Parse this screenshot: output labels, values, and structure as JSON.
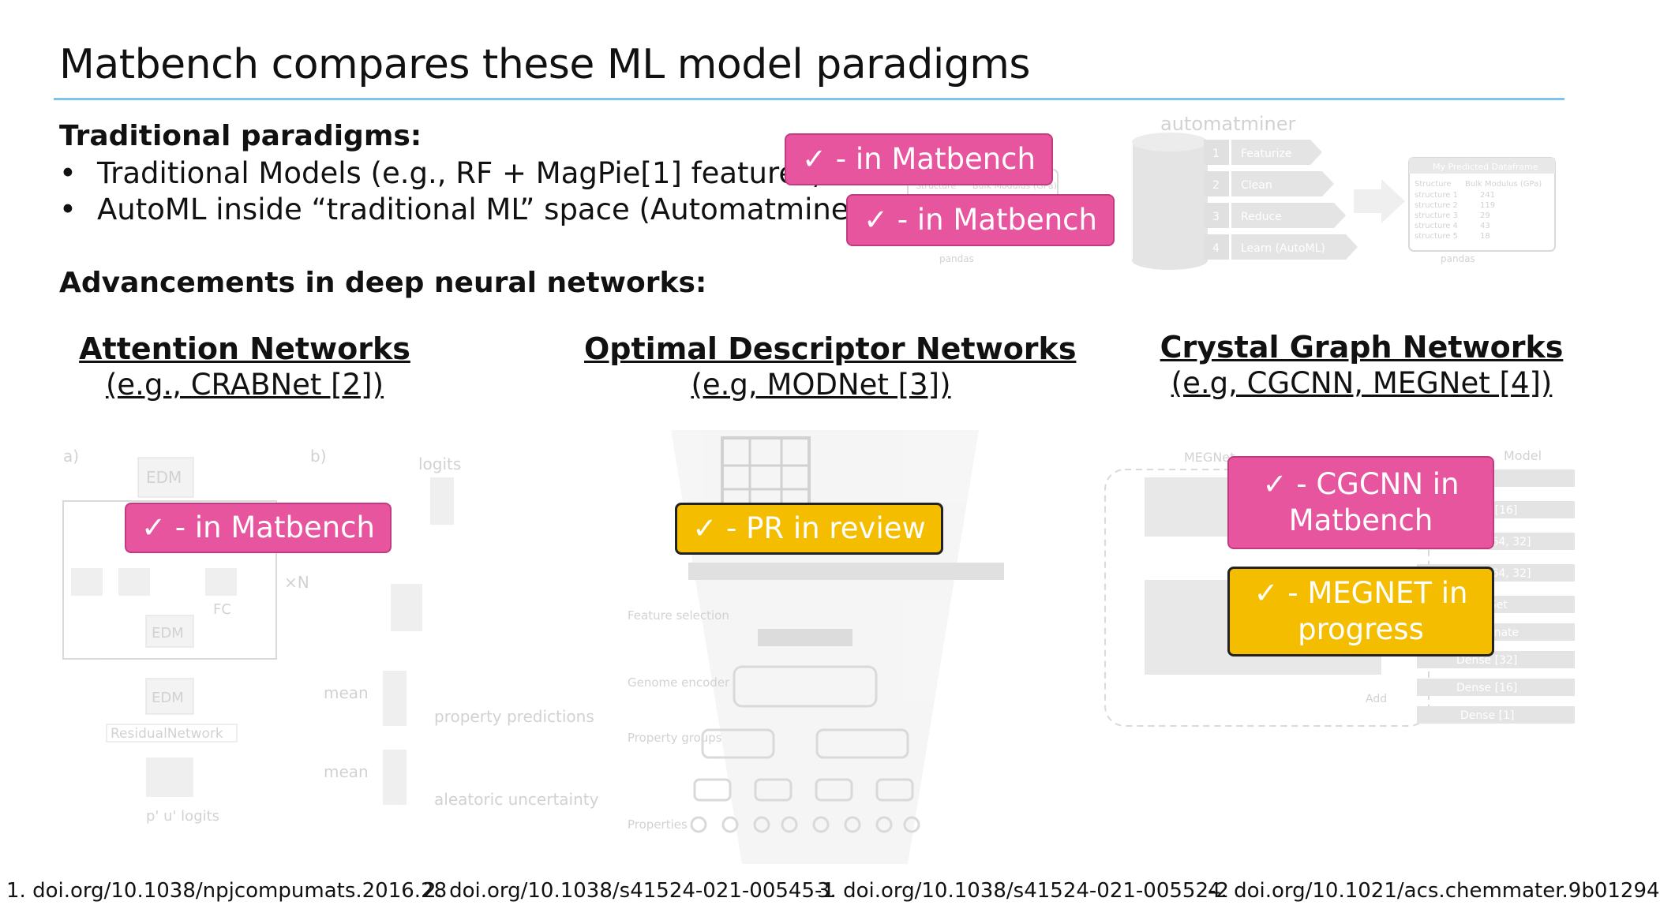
{
  "slide": {
    "title": "Matbench compares these ML model paradigms"
  },
  "traditional": {
    "heading": "Traditional paradigms:",
    "bullets": [
      "Traditional Models (e.g., RF + MagPie[1] features)",
      "AutoML inside “traditional ML” space (Automatminer)"
    ],
    "bullet_marker": "•"
  },
  "deep": {
    "heading": "Advancements in deep neural networks:"
  },
  "sections": [
    {
      "title": "Attention Networks",
      "subtitle": "(e.g., CRABNet [2])"
    },
    {
      "title": "Optimal Descriptor Networks",
      "subtitle": "(e.g, MODNet [3])"
    },
    {
      "title": "Crystal Graph Networks",
      "subtitle": "(e.g, CGCNN, MEGNet [4])"
    }
  ],
  "badges": {
    "rf_magpie": "✓ -  in Matbench",
    "automatminer": "✓ -  in Matbench",
    "crabnet": "✓ -  in Matbench",
    "modnet": "✓ -  PR in review",
    "cgcnn": "✓ -  CGCNN in Matbench",
    "megnet": "✓ -  MEGNET in progress"
  },
  "automatminer_figure": {
    "logo": "automatminer",
    "steps": [
      {
        "num": "1",
        "label": "Featurize"
      },
      {
        "num": "2",
        "label": "Clean"
      },
      {
        "num": "3",
        "label": "Reduce"
      },
      {
        "num": "4",
        "label": "Learn (AutoML)"
      }
    ],
    "df_title": "My Predicted Dataframe",
    "df_header": [
      "Structure",
      "Bulk Modulus (GPa)"
    ],
    "df_rows": [
      [
        "structure 1",
        "241"
      ],
      [
        "structure 2",
        "119"
      ],
      [
        "structure 3",
        "29"
      ],
      [
        "structure 4",
        "43"
      ],
      [
        "structure 5",
        "18"
      ]
    ],
    "input_df_header": [
      "Structure",
      "Bulk Modulus (GPa)"
    ],
    "pandas_label": "pandas"
  },
  "crabnet_figure": {
    "label_a": "a)",
    "label_b": "b)",
    "edm": "EDM",
    "fc": "FC",
    "xn": "×N",
    "residual": "ResidualNetwork",
    "logits_bottom": "p' u' logits",
    "logits_top": "logits",
    "mean1": "mean",
    "mean2": "mean",
    "property_predictions": "property predictions",
    "aleatoric_uncertainty": "aleatoric uncertainty"
  },
  "modnet_figure": {
    "labels": [
      "Feature selection",
      "Genome encoder",
      "Property groups",
      "Properties"
    ]
  },
  "megnet_figure": {
    "title": "MEGNet",
    "model_label": "Model",
    "block_labels": [
      "Dense [16]",
      "Block [64, 64, 32]",
      "Block [64, 64, 32]",
      "Set2Set",
      "Concatenate",
      "Dense [32]",
      "Dense [16]",
      "Dense [1]"
    ],
    "add_label": "Add"
  },
  "references": [
    "1. doi.org/10.1038/npjcompumats.2016.28",
    "2. doi.org/10.1038/s41524-021-00545-1",
    "3. doi.org/10.1038/s41524-021-00552-2",
    "4. doi.org/10.1021/acs.chemmater.9b01294"
  ],
  "colors": {
    "pink_badge": "#e8559f",
    "yellow_badge": "#f5bd00",
    "title_rule": "#7cc4ea"
  }
}
